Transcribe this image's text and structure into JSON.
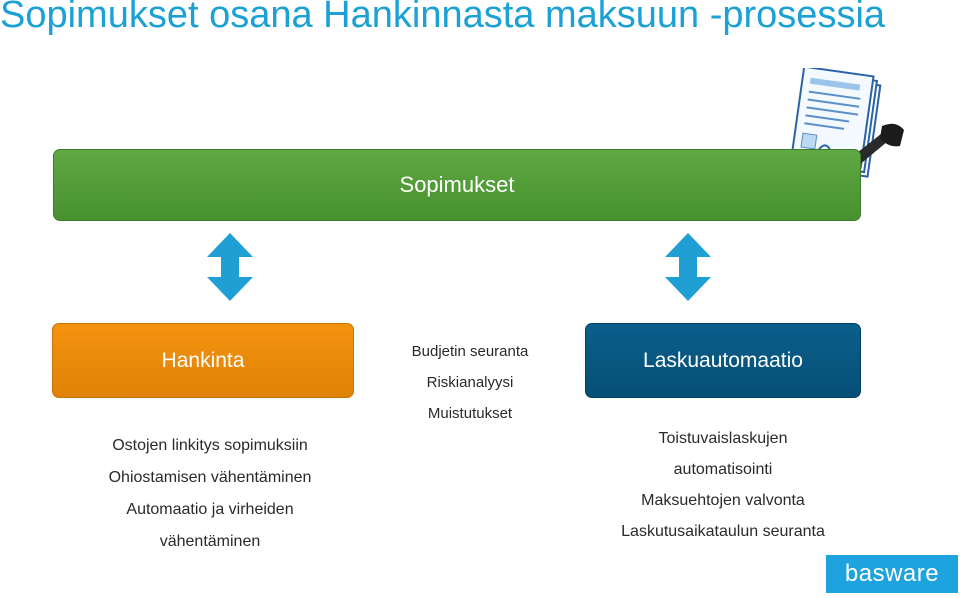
{
  "title": "Sopimukset osana Hankinnasta maksuun -prosessia",
  "boxes": {
    "top": "Sopimukset",
    "left": "Hankinta",
    "right": "Laskuautomaatio"
  },
  "lists": {
    "left": [
      "Ostojen linkitys sopimuksiin",
      "Ohiostamisen vähentäminen",
      "Automaatio ja virheiden",
      "vähentäminen"
    ],
    "middle": [
      "Budjetin seuranta",
      "Riskianalyysi",
      "Muistutukset"
    ],
    "right": [
      "Toistuvaislaskujen",
      "automatisointi",
      "Maksuehtojen valvonta",
      "Laskutusaikataulun seuranta"
    ]
  },
  "logo": "basware",
  "icons": {
    "arrows": "double-vertical-arrow-icon",
    "document": "signing-contract-icon"
  },
  "colors": {
    "title": "#1ba1d6",
    "green": "#4f9a35",
    "orange": "#ee8c0b",
    "blue": "#07577f",
    "arrow": "#1f9fd3",
    "logo": "#1ea3de"
  }
}
